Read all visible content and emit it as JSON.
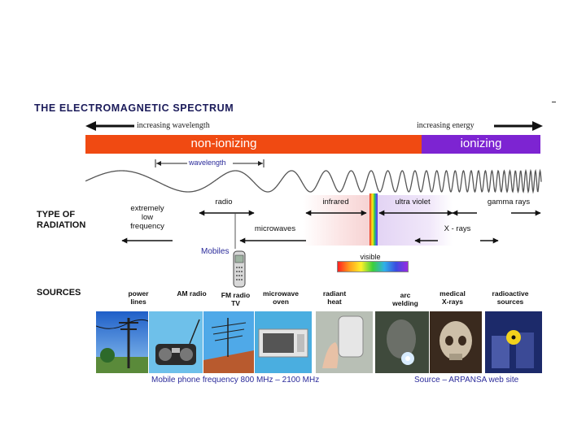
{
  "title": "THE ELECTROMAGNETIC SPECTRUM",
  "wavelength_arrow_label": "increasing wavelength",
  "energy_arrow_label": "increasing energy",
  "band_non_ionizing": "non-ionizing",
  "band_ionizing": "ionizing",
  "wavelength_label": "wavelength",
  "type_of_radiation_label": "TYPE OF\nRADIATION",
  "radiation_types": {
    "elf": "extremely\nlow\nfrequency",
    "radio": "radio",
    "microwaves": "microwaves",
    "infrared": "infrared",
    "visible": "visible",
    "ultraviolet": "ultra violet",
    "xrays": "X - rays",
    "gamma": "gamma rays"
  },
  "mobiles_label": "Mobiles",
  "sources_label": "SOURCES",
  "sources": [
    "power\nlines",
    "AM radio",
    "FM radio\nTV",
    "microwave\noven",
    "radiant\nheat",
    "arc\nwelding",
    "medical\nX-rays",
    "radioactive\nsources"
  ],
  "footer_left": "Mobile phone frequency 800 MHz – 2100 MHz",
  "footer_right": "Source – ARPANSA web site",
  "colors": {
    "non_ionizing": "#f04a12",
    "ionizing": "#7d24d2",
    "title": "#1b1b5a",
    "footer_text": "#2a2a9a"
  }
}
